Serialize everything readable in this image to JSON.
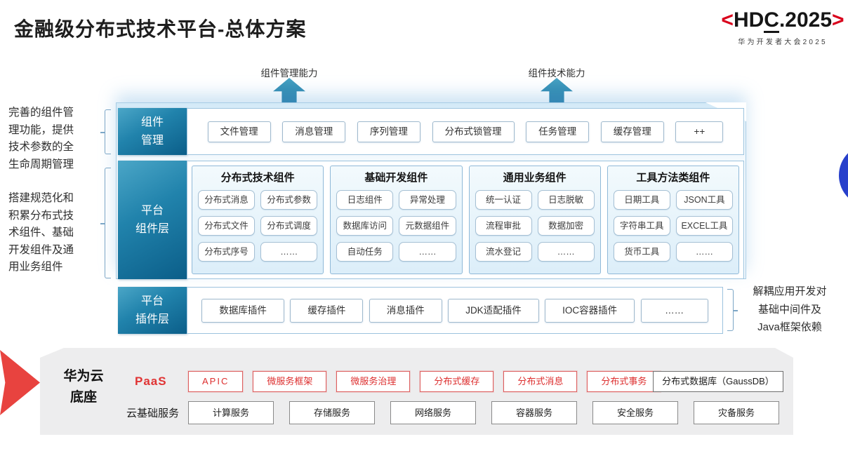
{
  "title": "金融级分布式技术平台-总体方案",
  "logo": {
    "bracket_left": "<",
    "hd": "HD",
    "c_underlined": "C",
    "rest": ".2025",
    "bracket_right": ">",
    "subtitle": "华为开发者大会2025"
  },
  "top_arrows": {
    "left_label": "组件管理能力",
    "right_label": "组件技术能力"
  },
  "left_notes": {
    "note1": "完善的组件管\n理功能，提供\n技术参数的全\n生命周期管理",
    "note2": "搭建规范化和\n积累分布式技\n术组件、基础\n开发组件及通\n用业务组件"
  },
  "right_note": "解耦应用开发对\n基础中间件及\nJava框架依赖",
  "rows": {
    "component_mgmt": {
      "label": "组件\n管理",
      "items": [
        "文件管理",
        "消息管理",
        "序列管理",
        "分布式锁管理",
        "任务管理",
        "缓存管理",
        "++"
      ]
    },
    "platform_components": {
      "label": "平台\n组件层",
      "columns": [
        {
          "title": "分布式技术组件",
          "items": [
            "分布式消息",
            "分布式参数",
            "分布式文件",
            "分布式调度",
            "分布式序号",
            "……"
          ]
        },
        {
          "title": "基础开发组件",
          "items": [
            "日志组件",
            "异常处理",
            "数据库访问",
            "元数据组件",
            "自动任务",
            "……"
          ]
        },
        {
          "title": "通用业务组件",
          "items": [
            "统一认证",
            "日志脱敏",
            "流程审批",
            "数据加密",
            "流水登记",
            "……"
          ]
        },
        {
          "title": "工具方法类组件",
          "items": [
            "日期工具",
            "JSON工具",
            "字符串工具",
            "EXCEL工具",
            "货币工具",
            "……"
          ]
        }
      ]
    },
    "platform_plugins": {
      "label": "平台\n插件层",
      "items": [
        "数据库插件",
        "缓存插件",
        "消息插件",
        "JDK适配插件",
        "IOC容器插件",
        "……"
      ]
    }
  },
  "foundation": {
    "label": "华为云\n底座",
    "paas": {
      "label": "PaaS",
      "items": [
        "APIC",
        "微服务框架",
        "微服务治理",
        "分布式缓存",
        "分布式消息",
        "分布式事务"
      ],
      "neutral_item": "分布式数据库（GaussDB）"
    },
    "cloud": {
      "label": "云基础服务",
      "items": [
        "计算服务",
        "存储服务",
        "网络服务",
        "容器服务",
        "安全服务",
        "灾备服务"
      ]
    }
  },
  "colors": {
    "logo_red": "#d9001b",
    "label_teal_dark": "#0b5e89",
    "label_teal_light": "#4ba6c7",
    "arrow_teal": "#11719f",
    "box_border_blue": "#9cc3de",
    "paas_red": "#dd2f2f",
    "foundation_gray": "#ededee",
    "red_arrow": "#e8433f",
    "blue_circle": "#2840cb"
  }
}
